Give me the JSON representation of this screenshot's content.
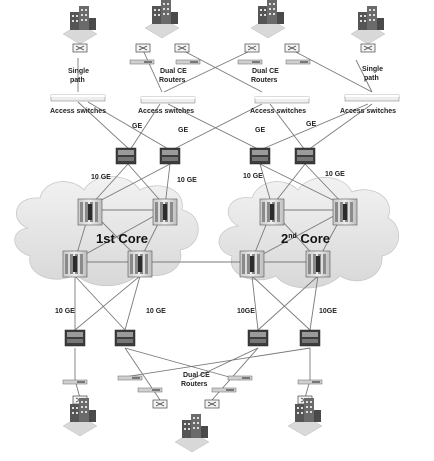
{
  "labels": {
    "single_path_left": [
      "Single",
      "path"
    ],
    "single_path_right": [
      "Single",
      "path"
    ],
    "dual_ce_top_1": [
      "Dual CE",
      "Routers"
    ],
    "dual_ce_top_2": [
      "Dual CE",
      "Routers"
    ],
    "dual_ce_bottom": [
      "Dual CE",
      "Routers"
    ],
    "access_switches": [
      "Access switches",
      "Access switches",
      "Access switches",
      "Access switches"
    ],
    "ge_links": [
      "GE",
      "GE",
      "GE",
      "GE"
    ],
    "ten_ge_upper": [
      "10 GE",
      "10 GE",
      "10 GE",
      "10 GE"
    ],
    "ten_ge_lower": [
      "10 GE",
      "10 GE",
      "10GE",
      "10GE"
    ],
    "core_1": "1st Core",
    "core_2_main": "2",
    "core_2_sup": "nd",
    "core_2_rest": " Core"
  },
  "icons": {
    "building": "building-icon",
    "router": "router-icon",
    "switch": "switch-icon",
    "chassis": "chassis-router-icon",
    "cloud": "cloud-icon"
  },
  "colors": {
    "link": "#7a7a7a",
    "cloud": "#e6e6e6",
    "device_dark": "#3a3a3a",
    "device_light": "#dcdcdc"
  }
}
